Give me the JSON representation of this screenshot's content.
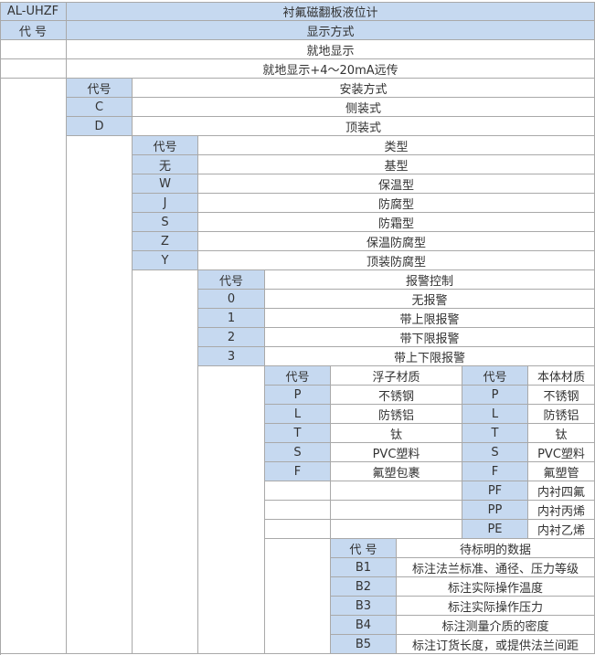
{
  "header": {
    "code": "AL-UHZF",
    "title": "衬氟磁翻板液位计"
  },
  "display": {
    "code_label": "代 号",
    "title": "显示方式",
    "options": [
      {
        "label": "就地显示"
      },
      {
        "label": "就地显示+4～20mA远传"
      }
    ]
  },
  "mounting": {
    "code_label": "代号",
    "title": "安装方式",
    "options": [
      {
        "code": "C",
        "label": "侧装式"
      },
      {
        "code": "D",
        "label": "顶装式"
      }
    ]
  },
  "type": {
    "code_label": "代号",
    "title": "类型",
    "options": [
      {
        "code": "无",
        "label": "基型"
      },
      {
        "code": "W",
        "label": "保温型"
      },
      {
        "code": "J",
        "label": "防腐型"
      },
      {
        "code": "S",
        "label": "防霜型"
      },
      {
        "code": "Z",
        "label": "保温防腐型"
      },
      {
        "code": "Y",
        "label": "顶装防腐型"
      }
    ]
  },
  "alarm": {
    "code_label": "代号",
    "title": "报警控制",
    "options": [
      {
        "code": "0",
        "label": "无报警"
      },
      {
        "code": "1",
        "label": "带上限报警"
      },
      {
        "code": "2",
        "label": "带下限报警"
      },
      {
        "code": "3",
        "label": "带上下限报警"
      }
    ]
  },
  "float_material": {
    "code_label": "代号",
    "title": "浮子材质",
    "options": [
      {
        "code": "P",
        "label": "不锈钢"
      },
      {
        "code": "L",
        "label": "防锈铝"
      },
      {
        "code": "T",
        "label": "钛"
      },
      {
        "code": "S",
        "label": "PVC塑料"
      },
      {
        "code": "F",
        "label": "氟塑包裹"
      }
    ]
  },
  "body_material": {
    "code_label": "代号",
    "title": "本体材质",
    "options": [
      {
        "code": "P",
        "label": "不锈钢"
      },
      {
        "code": "L",
        "label": "防锈铝"
      },
      {
        "code": "T",
        "label": "钛"
      },
      {
        "code": "S",
        "label": "PVC塑料"
      },
      {
        "code": "F",
        "label": "氟塑管"
      },
      {
        "code": "PF",
        "label": "内衬四氟"
      },
      {
        "code": "PP",
        "label": "内衬丙烯"
      },
      {
        "code": "PE",
        "label": "内衬乙烯"
      }
    ]
  },
  "extra_data": {
    "code_label": "代 号",
    "title": "待标明的数据",
    "options": [
      {
        "code": "B1",
        "label": "标注法兰标准、通径、压力等级"
      },
      {
        "code": "B2",
        "label": "标注实际操作温度"
      },
      {
        "code": "B3",
        "label": "标注实际操作压力"
      },
      {
        "code": "B4",
        "label": "标注测量介质的密度"
      },
      {
        "code": "B5",
        "label": "标注订货长度，或提供法兰间距"
      }
    ]
  }
}
